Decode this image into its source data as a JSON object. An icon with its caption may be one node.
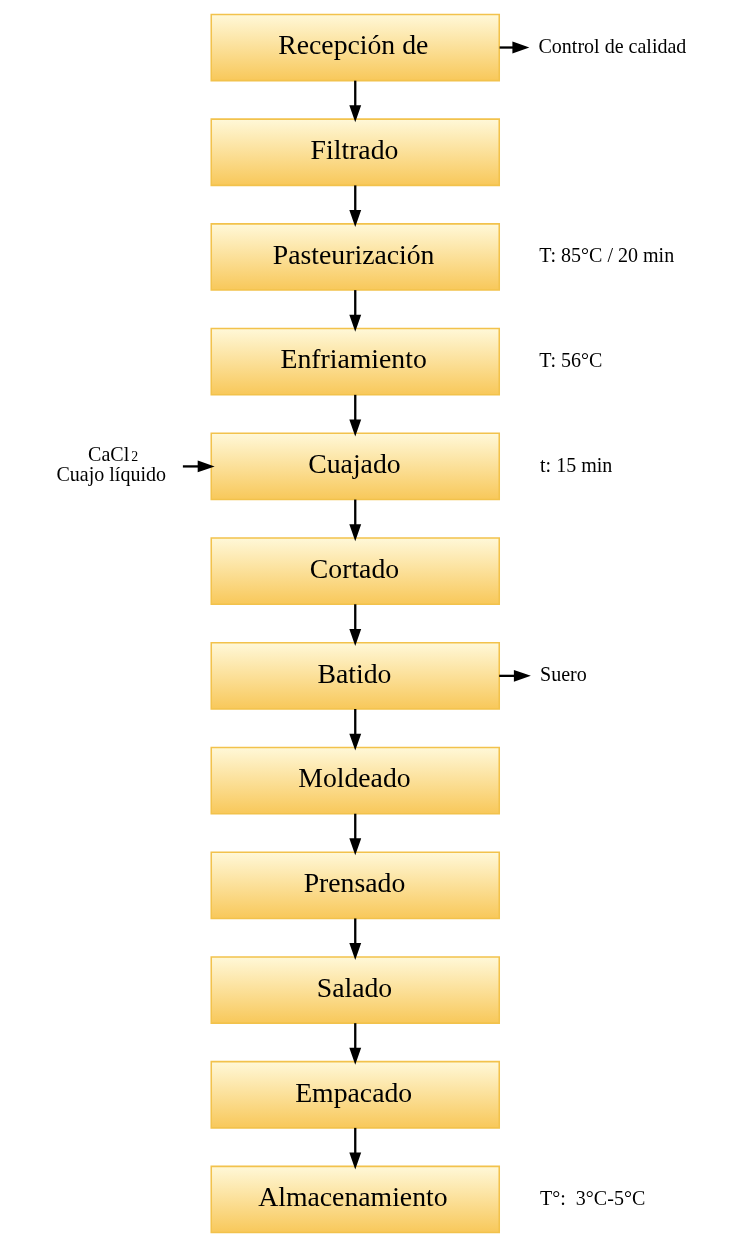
{
  "diagram": {
    "nodes": [
      {
        "text": [
          "Recepción de"
        ]
      },
      {
        "text": [
          "Filtrado"
        ]
      },
      {
        "text": [
          "Pasteurización"
        ],
        "beside": [
          "T: 85°C / 20 min"
        ]
      },
      {
        "text": [
          "Enfriamiento"
        ],
        "beside": [
          "T: 56°C"
        ]
      },
      {
        "text": [
          "Cuajado"
        ],
        "beside": [
          "t: 15 min"
        ]
      },
      {
        "text": [
          "Cortado"
        ]
      },
      {
        "text": [
          "Batido"
        ]
      },
      {
        "text": [
          "Moldeado"
        ]
      },
      {
        "text": [
          "Prensado"
        ]
      },
      {
        "text": [
          "Salado"
        ]
      },
      {
        "text": [
          "Empacado"
        ]
      },
      {
        "text": [
          "Almacenamiento"
        ],
        "beside": [
          "T°:  3°C-5°C"
        ]
      },
      {
        "text": [
          "Control de calidad"
        ]
      },
      {
        "text": [
          "CaCl$_{2}$",
          "Cuajo líquido"
        ]
      },
      {
        "text": [
          "Suero"
        ]
      }
    ],
    "edges": [
      {
        "from": 0,
        "to": 12,
        "arrow": "to"
      },
      {
        "from": 0,
        "to": 1,
        "arrow": "to"
      },
      {
        "from": 1,
        "to": 2,
        "arrow": "to"
      },
      {
        "from": 2,
        "to": 3,
        "arrow": "to"
      },
      {
        "from": 3,
        "to": 4,
        "arrow": "to"
      },
      {
        "from": 13,
        "to": 4,
        "arrow": "to"
      },
      {
        "from": 4,
        "to": 5,
        "arrow": "to"
      },
      {
        "from": 5,
        "to": 6,
        "arrow": "to"
      },
      {
        "from": 6,
        "to": 14,
        "arrow": "to"
      },
      {
        "from": 6,
        "to": 7,
        "arrow": "to"
      },
      {
        "from": 7,
        "to": 8,
        "arrow": "to"
      },
      {
        "from": 8,
        "to": 9,
        "arrow": "to"
      },
      {
        "from": 9,
        "to": 10,
        "arrow": "to"
      },
      {
        "from": 10,
        "to": 11,
        "arrow": "to"
      }
    ]
  }
}
